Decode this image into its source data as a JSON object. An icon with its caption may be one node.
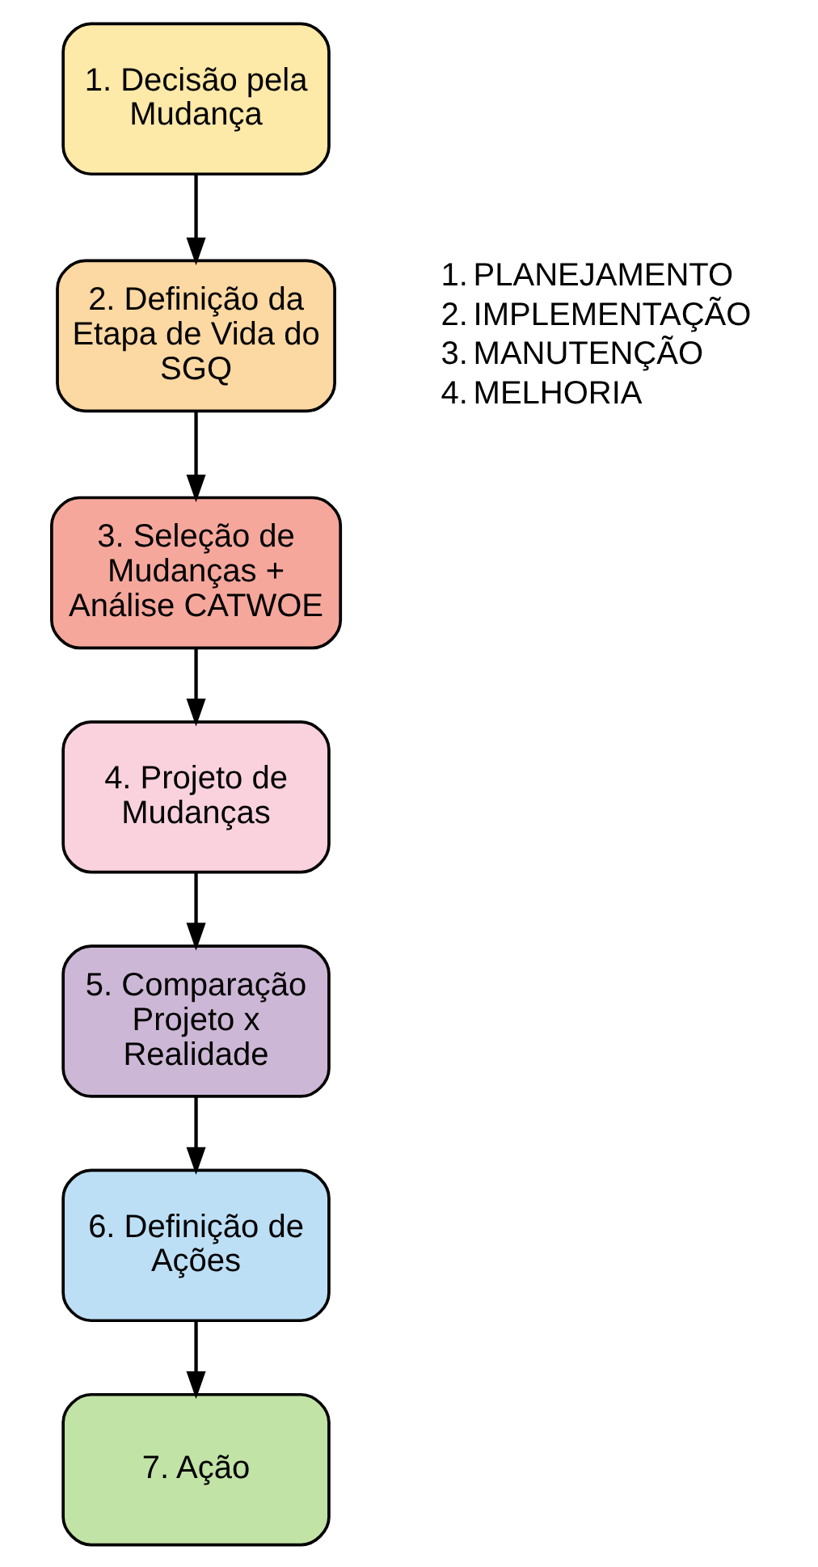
{
  "diagram": {
    "nodes": [
      {
        "text": [
          "1. Decisão pela Mudança"
        ]
      },
      {
        "text": [
          "2. Definição da Etapa de Vida do SGQ"
        ]
      },
      {
        "text": [
          "3. Seleção de Mudanças + Análise CATWOE"
        ]
      },
      {
        "text": [
          "4. Projeto de Mudanças"
        ]
      },
      {
        "text": [
          "5. Comparação Projeto x Realidade"
        ]
      },
      {
        "text": [
          "6. Definição de Ações"
        ]
      },
      {
        "text": [
          "7. Ação"
        ]
      }
    ],
    "edges": [
      {
        "from": 0,
        "to": 1,
        "arrow": "to"
      },
      {
        "from": 1,
        "to": 2,
        "arrow": "to"
      },
      {
        "from": 2,
        "to": 3,
        "arrow": "to"
      },
      {
        "from": 3,
        "to": 4,
        "arrow": "to"
      },
      {
        "from": 4,
        "to": 5,
        "arrow": "to"
      },
      {
        "from": 5,
        "to": 6,
        "arrow": "to"
      }
    ],
    "labels": [
      "1.",
      "PLANEJAMENTO",
      "2.",
      "IMPLEMENTAÇÃO",
      "3.",
      "MANUTENÇÃO",
      "4.",
      "MELHORIA"
    ]
  }
}
